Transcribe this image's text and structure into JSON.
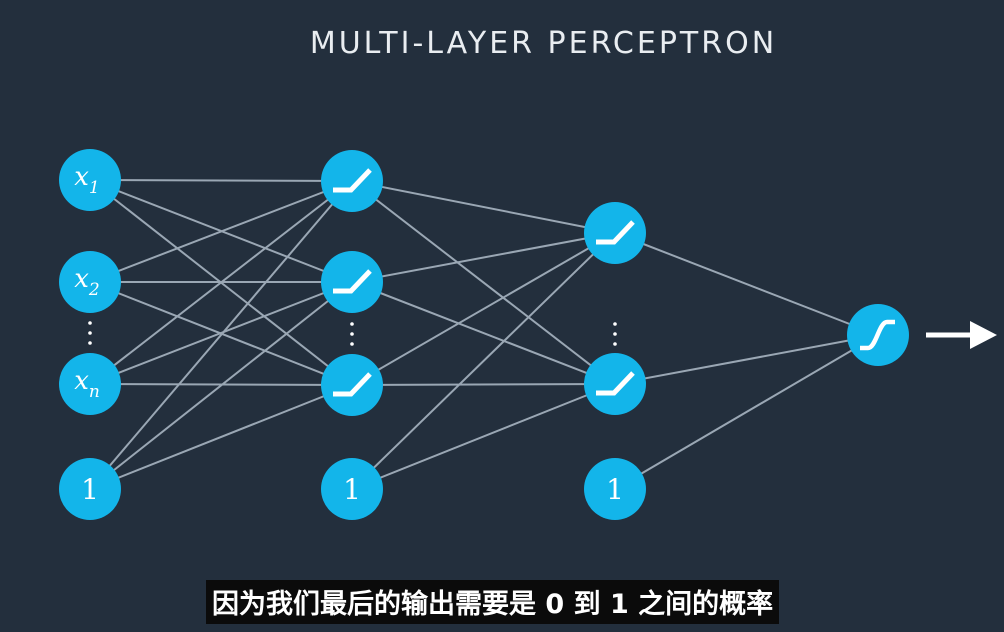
{
  "title": "MULTI-LAYER PERCEPTRON",
  "subtitle": "因为我们最后的输出需要是 0 到 1 之间的概率",
  "colors": {
    "background": "#232f3d",
    "node": "#13b5ea",
    "edge": "#9aa7b4",
    "text": "#ffffff"
  },
  "diagram": {
    "input_nodes": [
      {
        "var": "x",
        "sub": "1"
      },
      {
        "var": "x",
        "sub": "2"
      },
      {
        "var": "x",
        "sub": "n"
      }
    ],
    "bias_label": "1",
    "hidden_activation_icon": "relu-icon",
    "output_activation_icon": "sigmoid-icon",
    "output_arrow_icon": "right-arrow-icon"
  }
}
